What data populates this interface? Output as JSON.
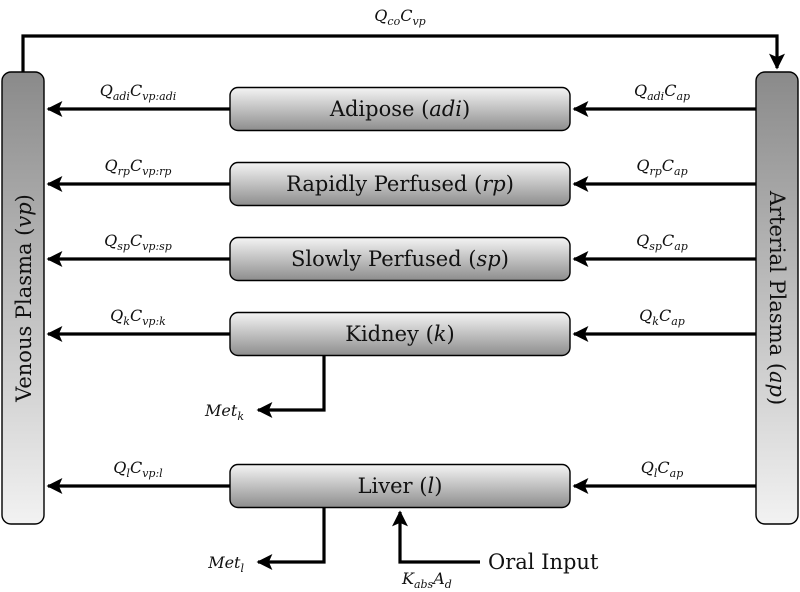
{
  "diagram": {
    "venous": {
      "label": "Venous Plasma",
      "abbr": "vp"
    },
    "arterial": {
      "label": "Arterial Plasma",
      "abbr": "ap"
    },
    "cardiac_output": {
      "Q": "Q",
      "Qsub": "co",
      "C": "C",
      "Csub": "vp"
    },
    "organs": [
      {
        "id": "adipose",
        "name": "Adipose",
        "abbr": "adi",
        "out": {
          "Q": "Q",
          "Qsub": "adi",
          "C": "C",
          "Csub": "vp:adi"
        },
        "in": {
          "Q": "Q",
          "Qsub": "adi",
          "C": "C",
          "Csub": "ap"
        }
      },
      {
        "id": "rapidly-perfused",
        "name": "Rapidly Perfused",
        "abbr": "rp",
        "out": {
          "Q": "Q",
          "Qsub": "rp",
          "C": "C",
          "Csub": "vp:rp"
        },
        "in": {
          "Q": "Q",
          "Qsub": "rp",
          "C": "C",
          "Csub": "ap"
        }
      },
      {
        "id": "slowly-perfused",
        "name": "Slowly Perfused",
        "abbr": "sp",
        "out": {
          "Q": "Q",
          "Qsub": "sp",
          "C": "C",
          "Csub": "vp:sp"
        },
        "in": {
          "Q": "Q",
          "Qsub": "sp",
          "C": "C",
          "Csub": "ap"
        }
      },
      {
        "id": "kidney",
        "name": "Kidney",
        "abbr": "k",
        "out": {
          "Q": "Q",
          "Qsub": "k",
          "C": "C",
          "Csub": "vp:k"
        },
        "in": {
          "Q": "Q",
          "Qsub": "k",
          "C": "C",
          "Csub": "ap"
        }
      },
      {
        "id": "liver",
        "name": "Liver",
        "abbr": "l",
        "out": {
          "Q": "Q",
          "Qsub": "l",
          "C": "C",
          "Csub": "vp:l"
        },
        "in": {
          "Q": "Q",
          "Qsub": "l",
          "C": "C",
          "Csub": "ap"
        }
      }
    ],
    "metabolism": {
      "kidney": {
        "base": "Met",
        "sub": "k"
      },
      "liver": {
        "base": "Met",
        "sub": "l"
      }
    },
    "oral": {
      "label": "Oral Input",
      "rate": {
        "K": "K",
        "Ksub": "abs",
        "A": "A",
        "Asub": "d"
      }
    }
  }
}
